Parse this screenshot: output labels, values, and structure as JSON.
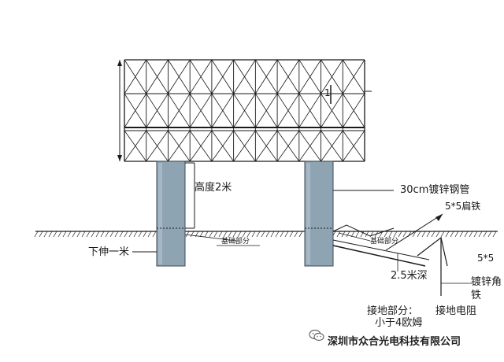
{
  "labels": {
    "height": "高度2米",
    "pipe": "30cm镀锌钢管",
    "flat_iron_5x5": "5*5扁铁",
    "below_ground": "下伸一米",
    "foundation_left": "基础部分",
    "foundation_right": "基础部分",
    "depth": "2.5米深",
    "angle_partial_top": "5*5",
    "angle_partial_mid": "镀锌角",
    "angle_partial_bottom": "铁",
    "grounding_part": "接地部分：",
    "grounding_resistance": "接地电阻",
    "less_than": "小于4欧姆",
    "dim_right": "1"
  },
  "watermark": {
    "company": "深圳市众合光电科技有限公司",
    "icon": "wechat-icon"
  },
  "colors": {
    "pole": "#8fa4b3",
    "line": "#1a1a1a"
  }
}
